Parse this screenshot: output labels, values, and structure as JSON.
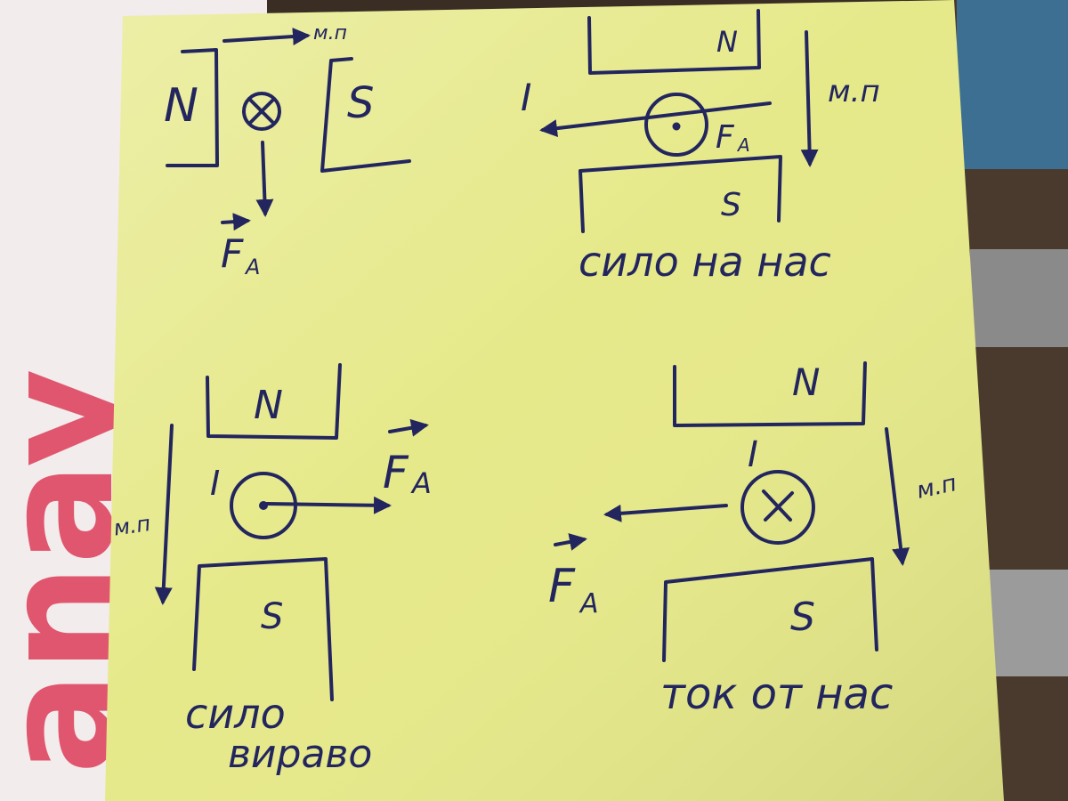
{
  "colors": {
    "note_paper": "#e6e98a",
    "ink": "#23265e",
    "background_card": "#f2ecec",
    "background_letters": "#e0566e",
    "background_photo": "#4a3a2e"
  },
  "background": {
    "letters": "anay"
  },
  "diagrams": [
    {
      "left_pole": "N",
      "right_pole": "S",
      "field_label": "м.п",
      "current_symbol": "⊗",
      "force_label": "F",
      "force_subscript": "A"
    },
    {
      "top_pole": "N",
      "bottom_pole": "S",
      "field_label": "м.п",
      "current_label": "I",
      "current_symbol": "⊙",
      "force_label": "F",
      "force_subscript": "A",
      "caption": "сило на нас"
    },
    {
      "top_pole": "N",
      "bottom_pole": "S",
      "field_label": "м.п",
      "current_label": "I",
      "current_symbol": "⊙",
      "force_label": "F",
      "force_subscript": "A",
      "caption_line1": "сило",
      "caption_line2": "вираво"
    },
    {
      "top_pole": "N",
      "bottom_pole": "S",
      "field_label": "м.п",
      "current_label": "I",
      "current_symbol": "⊗",
      "force_label": "F",
      "force_subscript": "A",
      "caption": "ток от нас"
    }
  ]
}
